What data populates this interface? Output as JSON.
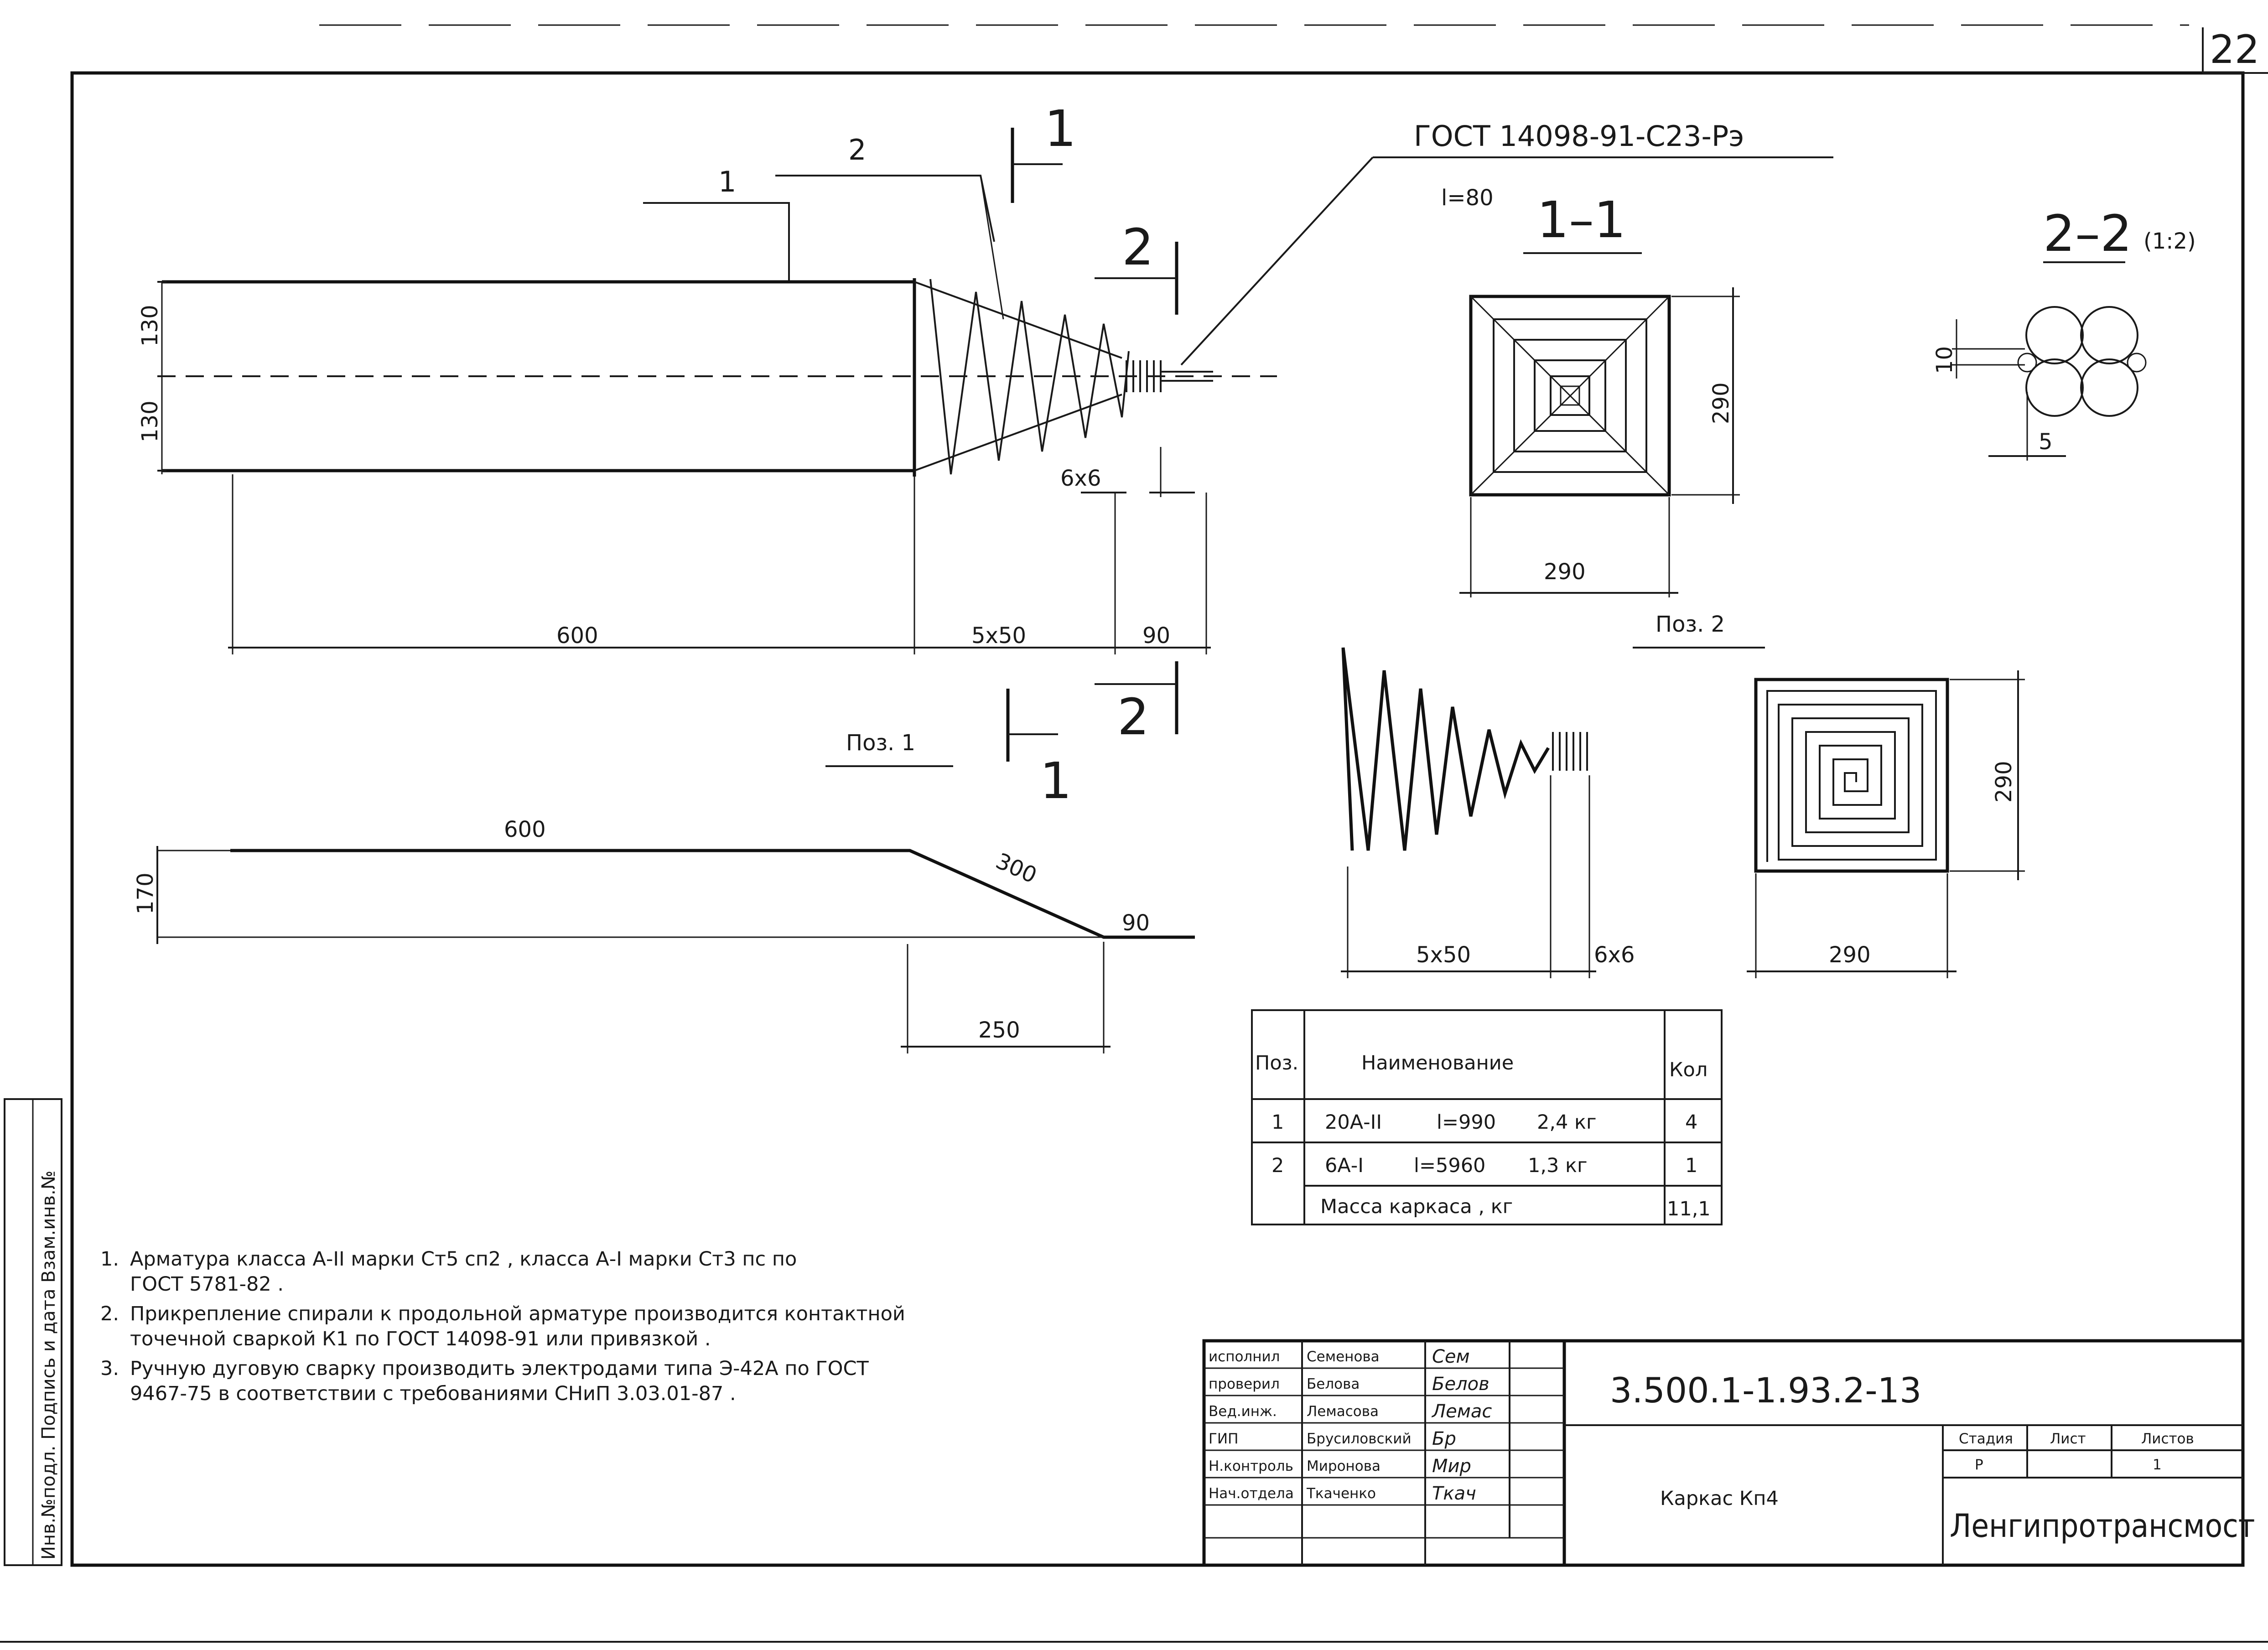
{
  "sheet_number": "22",
  "side_stamp": "Инв.№подл. Подпись и дата Взам.инв.№",
  "gost_weld": "ГОСТ 14098-91-С23-Рэ",
  "weld_length": "l=80",
  "callouts": {
    "one": "1",
    "two": "2"
  },
  "section_marks": {
    "a": "1",
    "b": "2"
  },
  "dims": {
    "d130a": "130",
    "d130b": "130",
    "d600": "600",
    "d5x50": "5x50",
    "d90": "90",
    "d6x6": "6x6",
    "p1_600": "600",
    "p1_300": "300",
    "p1_170": "170",
    "p1_90": "90",
    "p1_250": "250",
    "p2_5x50": "5x50",
    "p2_6x6": "6x6",
    "p2_290w": "290",
    "p2_290h": "290",
    "s11_290w": "290",
    "s11_290h": "290",
    "s22_10": "10",
    "s22_5": "5"
  },
  "section_titles": {
    "s11": "1–1",
    "s22": "2–2",
    "s22_scale": "(1:2)"
  },
  "labels": {
    "poz1": "Поз. 1",
    "poz2": "Поз. 2"
  },
  "spec_table": {
    "headers": {
      "pos": "Поз.",
      "name": "Наименование",
      "qty": "Кол"
    },
    "rows": [
      {
        "pos": "1",
        "grade": "20А-II",
        "length": "l=990",
        "mass": "2,4 кг",
        "qty": "4"
      },
      {
        "pos": "2",
        "grade": "6А-I",
        "length": "l=5960",
        "mass": "1,3 кг",
        "qty": "1"
      }
    ],
    "total_label": "Масса каркаса , кг",
    "total_value": "11,1"
  },
  "notes": [
    {
      "num": "1.",
      "lines": [
        "Арматура класса А-II марки Ст5 сп2 , класса А-I марки Ст3 пс по",
        "ГОСТ 5781-82 ."
      ]
    },
    {
      "num": "2.",
      "lines": [
        "Прикрепление спирали к продольной арматуре производится контактной",
        "точечной сваркой К1 по ГОСТ 14098-91 или привязкой ."
      ]
    },
    {
      "num": "3.",
      "lines": [
        "Ручную дуговую сварку производить электродами типа Э-42А по ГОСТ",
        "9467-75 в соответствии с требованиями СНиП 3.03.01-87 ."
      ]
    }
  ],
  "title_block": {
    "doc_code": "3.500.1-1.93.2-13",
    "title": "Каркас Кп4",
    "org": "Ленгипротрансмост",
    "stage_header": "Стадия",
    "sheet_header": "Лист",
    "sheets_header": "Листов",
    "stage": "Р",
    "sheet": "",
    "sheets": "1",
    "staff": [
      {
        "role": "исполнил",
        "name": "Семенова",
        "sig": "Сем"
      },
      {
        "role": "проверил",
        "name": "Белова",
        "sig": "Белов"
      },
      {
        "role": "Вед.инж.",
        "name": "Лемасова",
        "sig": "Лемас"
      },
      {
        "role": "ГИП",
        "name": "Брусиловский",
        "sig": "Бр"
      },
      {
        "role": "Н.контроль",
        "name": "Миронова",
        "sig": "Мир"
      },
      {
        "role": "Нач.отдела",
        "name": "Ткаченко",
        "sig": "Ткач"
      }
    ]
  }
}
